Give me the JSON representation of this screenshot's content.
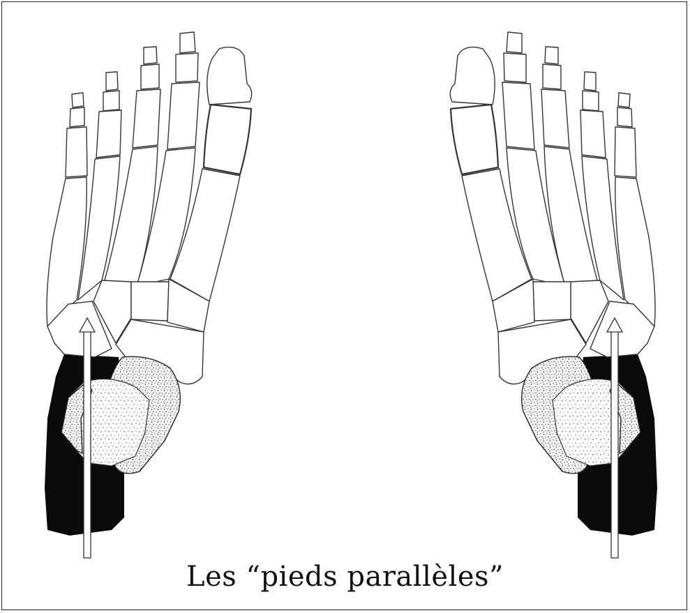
{
  "caption": "Les “pieds parallèles”",
  "figure": {
    "feet": [
      "left-foot",
      "right-foot"
    ]
  }
}
